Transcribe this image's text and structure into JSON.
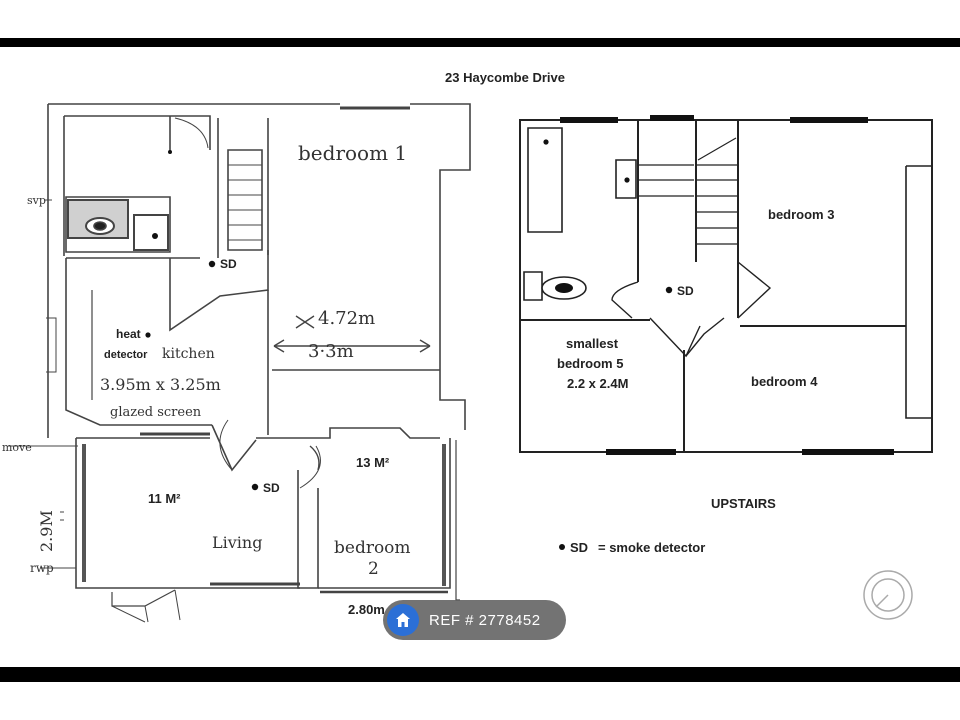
{
  "title": "23 Haycombe Drive",
  "downstairs": {
    "labels": {
      "svp": "svp",
      "sd_hall": "SD",
      "bedroom1": "bedroom 1",
      "dim_472": "4.72m",
      "dim_33": "3·3m",
      "heat": "heat",
      "detector": "detector",
      "kitchen": "kitchen",
      "kitchen_dims": "3.95m x 3.25m",
      "glazed": "glazed screen",
      "remove": "move",
      "dim_29": "2.9M",
      "rwp": "rwp",
      "area_living": "11 M²",
      "sd_living": "SD",
      "living": "Living",
      "area_bed2": "13 M²",
      "bedroom2_a": "bedroom",
      "bedroom2_b": "2",
      "dim_280": "2.80m"
    }
  },
  "upstairs": {
    "labels": {
      "bedroom3": "bedroom 3",
      "sd": "SD",
      "smallest": "smallest",
      "bedroom5": "bedroom 5",
      "bed5_dims": "2.2 x 2.4M",
      "bedroom4": "bedroom 4",
      "caption": "UPSTAIRS"
    }
  },
  "legend": {
    "symbol": "SD",
    "text": "= smoke detector"
  },
  "ref_badge": {
    "text": "REF # 2778452",
    "icon": "home-icon"
  },
  "colors": {
    "badge_bg": "#5a5a5a",
    "home_blue": "#2b6fd6"
  }
}
